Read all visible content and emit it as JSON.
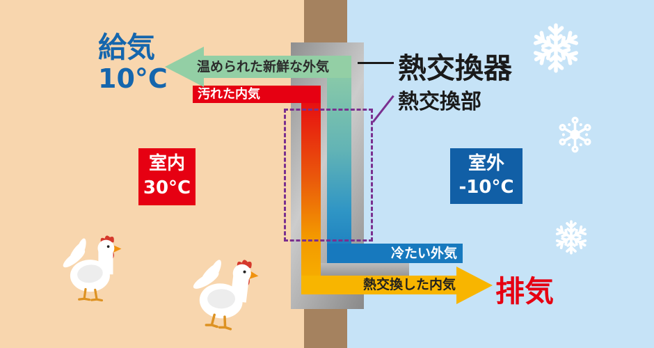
{
  "diagram": {
    "indoor": {
      "supply_air_title": "給気",
      "supply_air_temp": "10°C",
      "badge_title": "室内",
      "badge_temp": "30°C",
      "warmed_fresh_air_label": "温められた新鮮な外気",
      "dirty_air_label": "汚れた内気"
    },
    "exchanger": {
      "title": "熱交換器",
      "section_label": "熱交換部"
    },
    "outdoor": {
      "badge_title": "室外",
      "badge_temp": "-10°C",
      "cold_air_label": "冷たい外気",
      "exchanged_air_label": "熱交換した内気",
      "exhaust_title": "排気"
    },
    "icons": {
      "snowflake": "snowflake-icon",
      "chicken": "chicken-icon"
    },
    "colors": {
      "indoor_bg": "#f8d6ae",
      "outdoor_bg": "#c6e3f7",
      "wall_brown": "#a5825f",
      "unit_gray": "#9b9b9b",
      "hot_red": "#e60012",
      "exhaust_yellow": "#f8b500",
      "fresh_green": "#93cfa5",
      "cold_blue": "#1779be",
      "supply_text_blue": "#1566ad",
      "outdoor_badge_blue": "#115fa6",
      "section_purple": "#7a2f8f"
    }
  }
}
